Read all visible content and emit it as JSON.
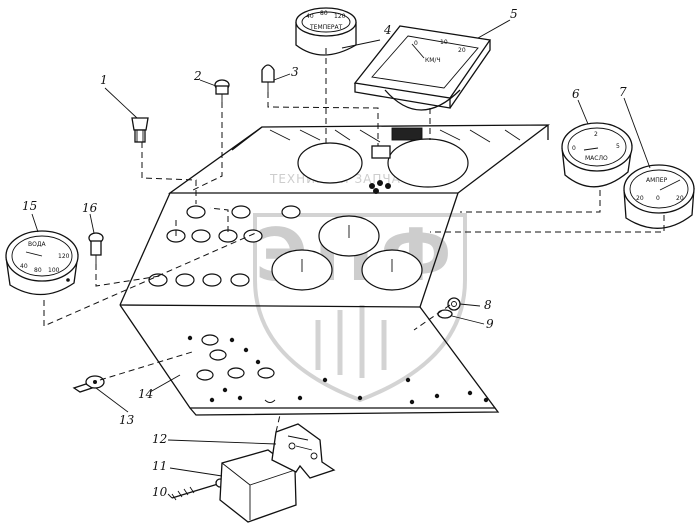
{
  "watermark": {
    "logo_text": "ЭПФ",
    "caption": "ТЕХНИКА И ЗАПЧАСТИ"
  },
  "callouts": [
    "1",
    "2",
    "3",
    "4",
    "5",
    "6",
    "7",
    "8",
    "9",
    "10",
    "11",
    "12",
    "13",
    "14",
    "15",
    "16"
  ],
  "gauges": {
    "temperature": {
      "label": "ТЕМПЕРАТ",
      "ticks": [
        "40",
        "80",
        "120"
      ]
    },
    "speedometer": {
      "unit": "КМ/Ч",
      "ticks": [
        "0",
        "10",
        "20"
      ]
    },
    "oil": {
      "label": "МАСЛО",
      "ticks": [
        "0",
        "2",
        "5"
      ]
    },
    "ammeter": {
      "label": "АМПЕР",
      "ticks": [
        "20",
        "0",
        "20"
      ]
    },
    "water": {
      "label": "ВОДА",
      "ticks": [
        "40",
        "80",
        "100",
        "120"
      ]
    }
  }
}
